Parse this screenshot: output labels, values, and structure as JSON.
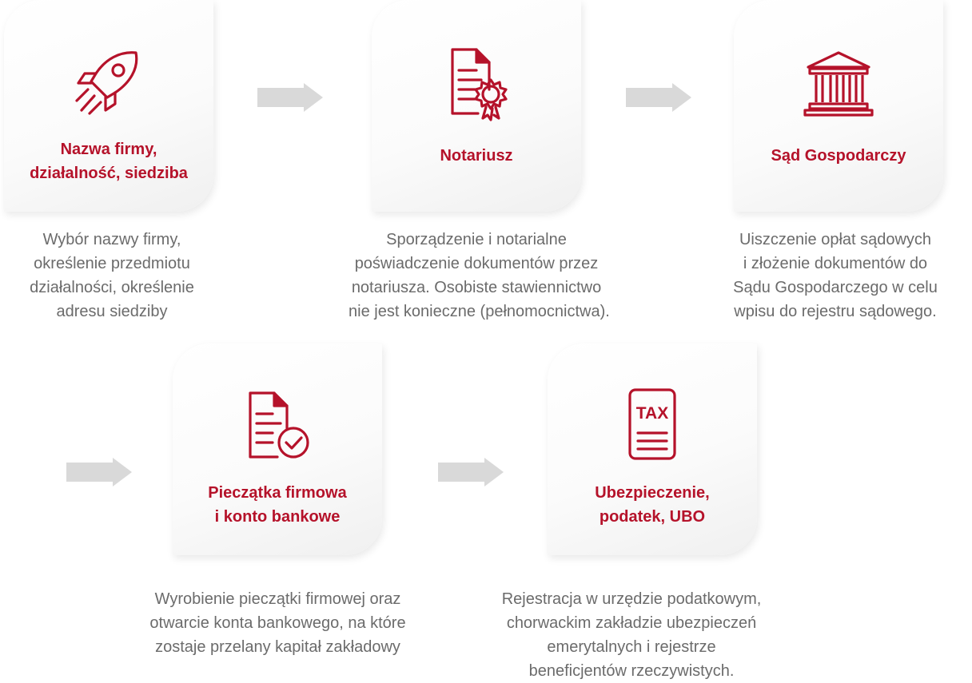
{
  "colors": {
    "accent": "#b5122a",
    "text": "#6b6b6b",
    "arrow": "#d9d9d9",
    "card": "#f5f5f5"
  },
  "steps": [
    {
      "icon": "rocket-icon",
      "title": [
        "Nazwa firmy,",
        "działalność, siedziba"
      ],
      "desc": [
        "Wybór nazwy firmy,",
        "określenie przedmiotu",
        "działalności, określenie",
        "adresu siedziby"
      ]
    },
    {
      "icon": "certificate-document-icon",
      "title": [
        "Notariusz"
      ],
      "desc": [
        "Sporządzenie i notarialne",
        "poświadczenie dokumentów przez",
        "notariusza. Osobiste stawiennictwo",
        "nie jest konieczne (pełnomocnictwa)."
      ]
    },
    {
      "icon": "courthouse-icon",
      "title": [
        "Sąd Gospodarczy"
      ],
      "desc": [
        "Uiszczenie opłat sądowych",
        "i złożenie dokumentów do",
        "Sądu Gospodarczego w celu",
        "wpisu do rejestru sądowego."
      ]
    },
    {
      "icon": "document-check-icon",
      "title": [
        "Pieczątka firmowa",
        "i konto bankowe"
      ],
      "desc": [
        "Wyrobienie pieczątki firmowej oraz",
        "otwarcie konta bankowego, na które",
        "zostaje przelany kapitał zakładowy"
      ]
    },
    {
      "icon": "tax-document-icon",
      "title": [
        "Ubezpieczenie,",
        "podatek, UBO"
      ],
      "desc": [
        "Rejestracja w urzędzie podatkowym,",
        "chorwackim zakładzie ubezpieczeń",
        "emerytalnych i rejestrze",
        "beneficjentów rzeczywistych."
      ]
    }
  ],
  "tax_label": "TAX"
}
